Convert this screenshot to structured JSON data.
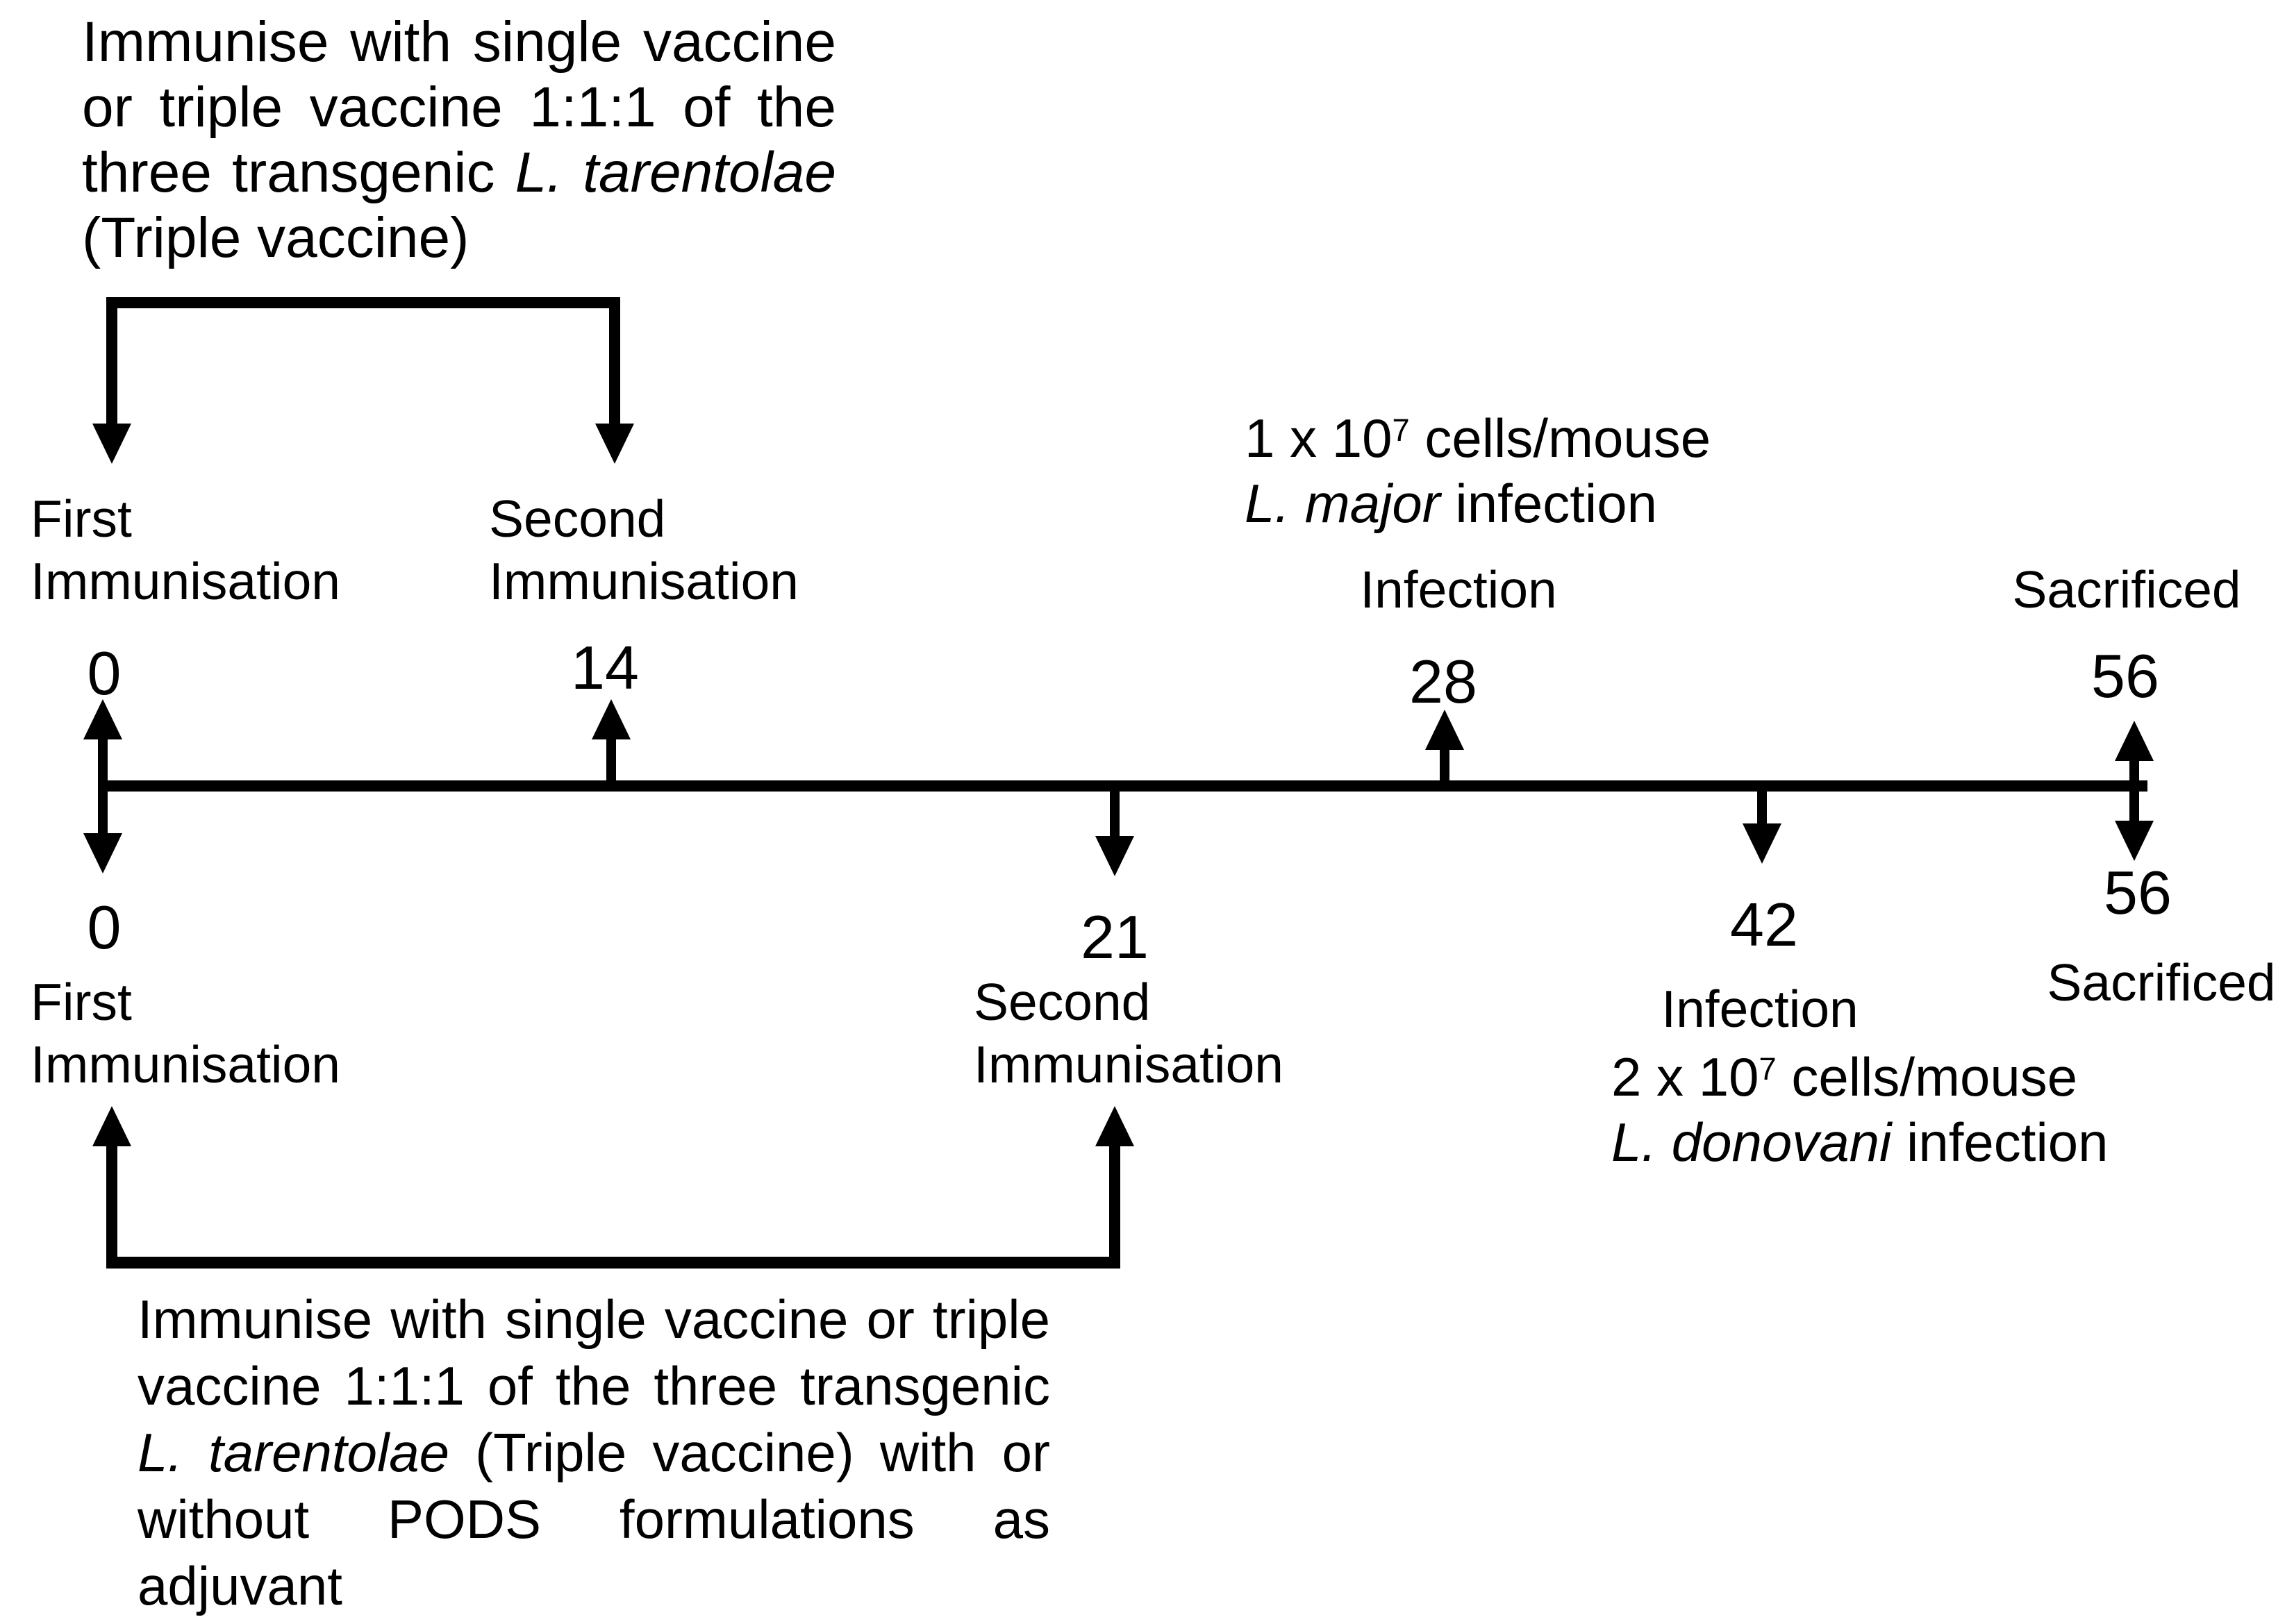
{
  "page": {
    "background": "#ffffff",
    "ink": "#000000"
  },
  "upper_protocol": {
    "note": {
      "line1": "Immunise with single vaccine",
      "line2": "or triple vaccine 1:1:1 of the",
      "line3_prefix": "three transgenic ",
      "line3_species": "L. tarentolae",
      "line4": "(Triple vaccine)"
    },
    "first_immunisation_label": "First Immunisation",
    "second_immunisation_label": "Second Immunisation",
    "dose": {
      "prefix": "1 x 10",
      "exponent": "7",
      "suffix": " cells/mouse"
    },
    "species_line": {
      "species": "L. major",
      "suffix": " infection"
    },
    "infection_label": "Infection",
    "sacrificed_label": "Sacrificed",
    "days": {
      "first_immunisation": "0",
      "second_immunisation": "14",
      "infection": "28",
      "sacrificed": "56"
    }
  },
  "lower_protocol": {
    "first_immunisation_label": "First Immunisation",
    "second_immunisation_label": "Second Immunisation",
    "dose": {
      "prefix": "2 x 10",
      "exponent": "7",
      "suffix": " cells/mouse"
    },
    "species_line": {
      "species": "L. donovani",
      "suffix": " infection"
    },
    "infection_label": "Infection",
    "sacrificed_label": "Sacrificed",
    "days": {
      "first_immunisation": "0",
      "second_immunisation": "21",
      "infection": "42",
      "sacrificed": "56"
    },
    "note": {
      "line1": "Immunise with single vaccine or triple",
      "line2": "vaccine 1:1:1 of the three transgenic",
      "line3_species": "L. tarentolae",
      "line3_suffix": " (Triple vaccine) with or",
      "line4": "without PODS formulations as",
      "line5": "adjuvant"
    }
  }
}
